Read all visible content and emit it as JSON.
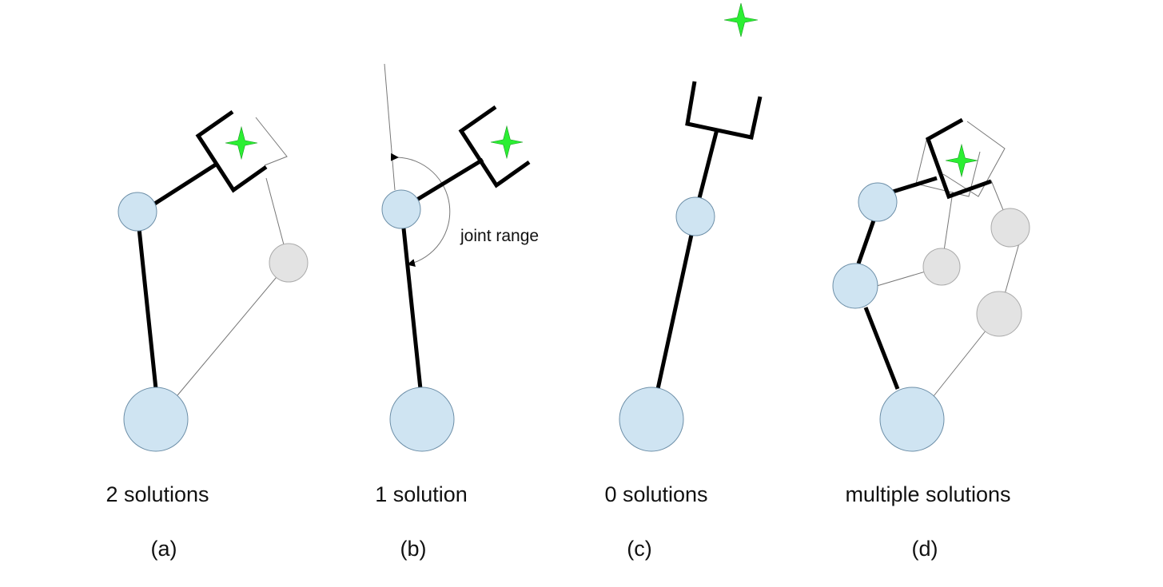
{
  "colors": {
    "joint": "#cfe4f2",
    "ghost_joint": "#e3e3e3",
    "target_star": "#2bef33",
    "link": "#000000"
  },
  "panels": [
    {
      "caption": "2 solutions",
      "label": "(a)"
    },
    {
      "caption": "1 solution",
      "label": "(b)",
      "annotation": "joint range"
    },
    {
      "caption": "0 solutions",
      "label": "(c)"
    },
    {
      "caption": "multiple solutions",
      "label": "(d)"
    }
  ]
}
